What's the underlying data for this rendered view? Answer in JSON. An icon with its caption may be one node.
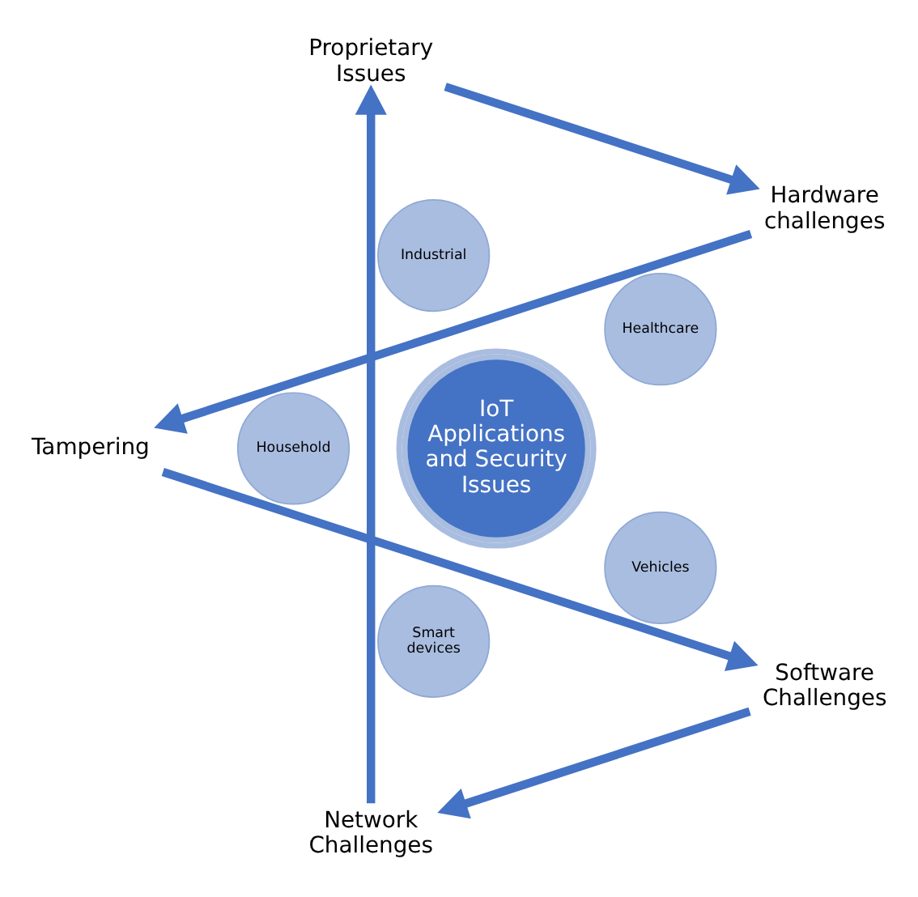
{
  "diagram": {
    "nodes": [
      {
        "text": [
          "Proprietary Issues"
        ]
      },
      {
        "text": [
          "Hardware challenges"
        ]
      },
      {
        "text": [
          "Healthcare"
        ]
      },
      {
        "text": [
          "Industrial"
        ]
      },
      {
        "text": [
          "IoT Applications and Security Issues"
        ]
      },
      {
        "text": [
          "Household"
        ]
      },
      {
        "text": [
          "Network Challenges"
        ]
      },
      {
        "text": [
          "Tampering"
        ]
      },
      {
        "text": [
          "Smart devices"
        ]
      },
      {
        "text": [
          "Vehicles"
        ]
      },
      {
        "text": [
          "Software Challenges"
        ]
      }
    ],
    "edges": [
      {
        "from": 0,
        "to": 1,
        "arrow": "to"
      },
      {
        "from": 1,
        "to": 7,
        "arrow": "to"
      },
      {
        "from": 7,
        "to": 10,
        "arrow": "to"
      },
      {
        "from": 10,
        "to": 6,
        "arrow": "to"
      },
      {
        "from": 6,
        "to": 0,
        "arrow": "to"
      }
    ]
  }
}
